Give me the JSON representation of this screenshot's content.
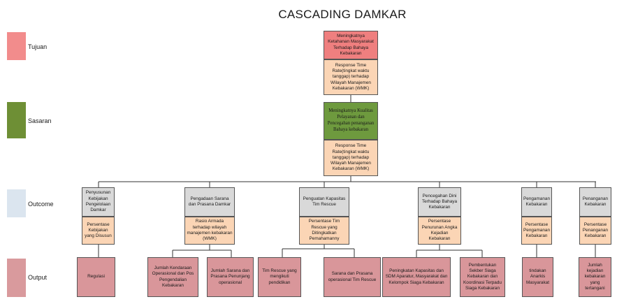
{
  "title": "CASCADING DAMKAR",
  "legend": [
    {
      "label": "Tujuan",
      "color": "#f28c8c"
    },
    {
      "label": "Sasaran",
      "color": "#6e8f35"
    },
    {
      "label": "Outcome",
      "color": "#dbe5ef"
    },
    {
      "label": "Output",
      "color": "#d99a9d"
    }
  ],
  "tujuan": {
    "name": "Meningkatnya Ketahanan Masyarakat Terhadap Bahaya Kebakaran",
    "indicator": "Response Time Rate(tingkat waktu tanggap) terhadap Wilayah Manajemen Kebakaran (WMK)"
  },
  "sasaran": {
    "name": "Meningkatnya Kualitas Pelayanan dan Pencegahan penanganan Bahaya kebakaran",
    "indicator": "Response Time Rate(tingkat waktu tanggap) terhadap Wilayah Manajemen Kebakaran (WMK)"
  },
  "outcomes": [
    {
      "name": "Penyusunan Kebijakan Pengelolaan Damkar",
      "indicator": "Persentase Kebijakan yang Disusun"
    },
    {
      "name": "Pengadaan Sarana dan Prasana Damkar",
      "indicator": "Rasio Armada terhadap wilayah manajemen kebakaran (WMK)"
    },
    {
      "name": "Penguatan Kapasitas Tim Rescue",
      "indicator": "Persentase Tim Rescue yang Ditingkatkan Pemahamanny"
    },
    {
      "name": "Pencegahan Dini Terhadap Bahaya Kebakaran",
      "indicator": "Persentase Penurunan Angka Kejadian Kebakaran"
    },
    {
      "name": "Pengamanan Kebakaran",
      "indicator": "Persentase Pengamanan Kebakaran"
    },
    {
      "name": "Penanganan Kebakaran",
      "indicator": "Persentase Penanganan Kebakaran"
    }
  ],
  "outputs": [
    "Regulasi",
    "Jumlah Kendaraan Operasional dan Pos Pengendalian Kebakaran",
    "Jumlah Sarana dan Prasana Penunjang operasional",
    "Tim Rescue yang mengikuti pendidikan",
    "Sarana dan Prasana operasional Tim Rescue",
    "Peningkatan Kapasitas dan SDM Aparatur, Masyarakat dan Kelompok Siaga Kebakaran",
    "Pembentukan Sekber Siaga Kebakaran dan Koordinasi Terpadu Siaga Kebakaran",
    "tindakan Anarkis Masyarakat",
    "Jumlah kejadian kebakaran yang tertangani"
  ]
}
